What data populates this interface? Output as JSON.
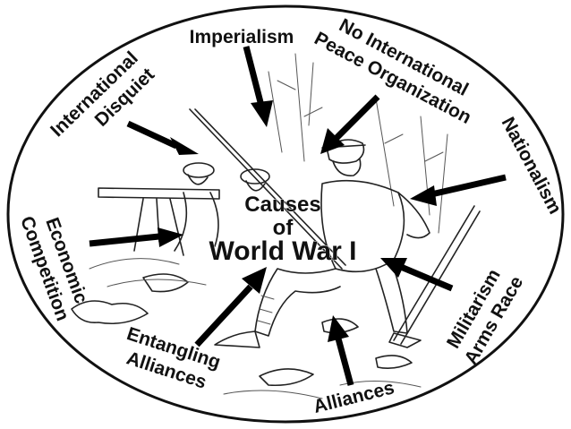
{
  "title": {
    "line1": "Causes",
    "line2": "of",
    "line3": "World War I"
  },
  "causes": [
    {
      "id": "imperialism",
      "lines": [
        "Imperialism"
      ]
    },
    {
      "id": "no-international-peace-organization",
      "lines": [
        "No International",
        "Peace Organization"
      ]
    },
    {
      "id": "nationalism",
      "lines": [
        "Nationalism"
      ]
    },
    {
      "id": "militarism-arms-race",
      "lines": [
        "Militarism",
        "Arms Race"
      ]
    },
    {
      "id": "alliances",
      "lines": [
        "Alliances"
      ]
    },
    {
      "id": "entangling-alliances",
      "lines": [
        "Entangling",
        "Alliances"
      ]
    },
    {
      "id": "economic-competition",
      "lines": [
        "Economic",
        "Competition"
      ]
    },
    {
      "id": "international-disquiet",
      "lines": [
        "International",
        "Disquiet"
      ]
    }
  ],
  "illustration": {
    "subject": "soldier-in-trench-icon"
  }
}
